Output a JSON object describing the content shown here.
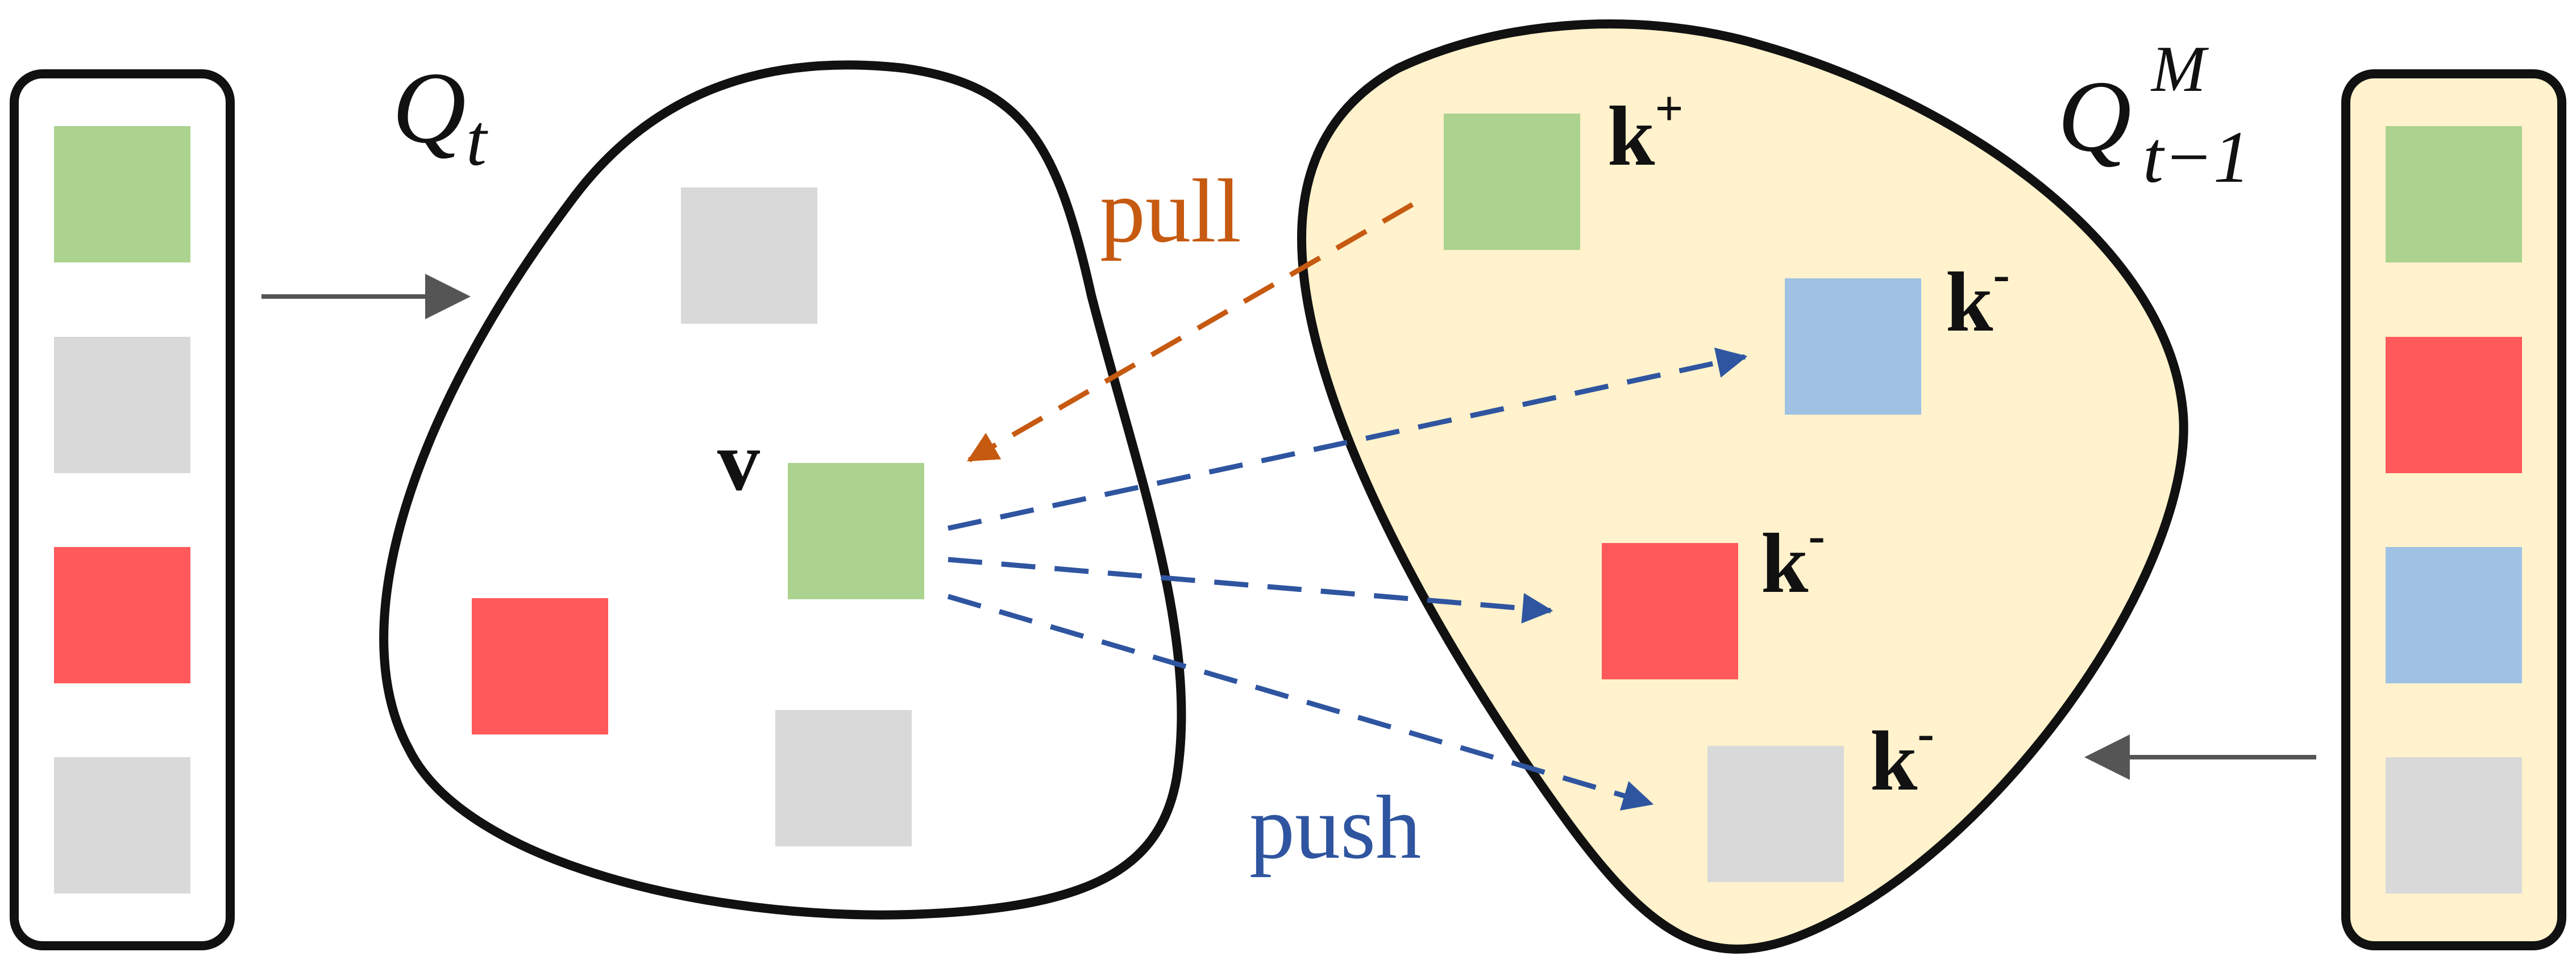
{
  "colors": {
    "green": "#abd28e",
    "gray": "#d9d9d9",
    "red": "#ff595c",
    "blue": "#9fc2e4",
    "memory_fill": "#fff2cc",
    "outline": "#111111",
    "pull": "#c65a11",
    "push": "#2f55a0",
    "connector": "#555555"
  },
  "left_queue": {
    "label": "Q",
    "subscript": "t",
    "items": [
      "green",
      "gray",
      "red",
      "gray"
    ]
  },
  "right_queue": {
    "label": "Q",
    "subscript": "t−1",
    "superscript": "M",
    "items": [
      "green",
      "red",
      "blue",
      "gray"
    ]
  },
  "query": {
    "label": "v",
    "color": "green"
  },
  "keys": [
    {
      "label": "k",
      "sup": "+",
      "color": "green"
    },
    {
      "label": "k",
      "sup": "-",
      "color": "blue"
    },
    {
      "label": "k",
      "sup": "-",
      "color": "red"
    },
    {
      "label": "k",
      "sup": "-",
      "color": "gray"
    }
  ],
  "left_set_others": [
    "gray",
    "red",
    "gray"
  ],
  "arrows": {
    "pull_label": "pull",
    "push_label": "push"
  }
}
